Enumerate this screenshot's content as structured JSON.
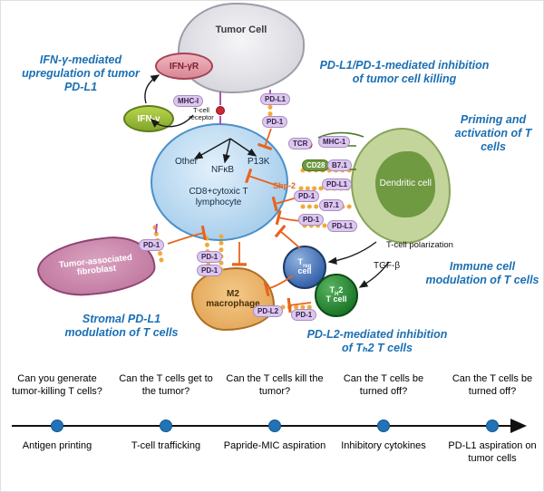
{
  "figure": {
    "annotations": {
      "ifn_upregulation": "IFN-γ-mediated upregulation of tumor PD-L1",
      "pdl1_inhibition": "PD-L1/PD-1-mediated inhibition of tumor cell killing",
      "priming": "Priming and activation of T cells",
      "immune_modulation": "Immune cell modulation of T cells",
      "stromal": "Stromal PD-L1 modulation of T cells",
      "pdl2_inhibition": "PD-L2-mediated inhibition of Tₕ2 T cells"
    },
    "cells": {
      "tumor": "Tumor Cell",
      "ifngr": "IFN-γR",
      "ifng": "IFN-γ",
      "cd8": "CD8+cytoxic T lymphocyte",
      "cd8_other": "Other",
      "cd8_nfkb": "NFκB",
      "cd8_p13k": "P13K",
      "dendritic": "Dendritic cell",
      "fibroblast": "Tumor-associated fibroblast",
      "m2": "M2 macrophage",
      "treg": {
        "pre": "T",
        "sub": "reg",
        "line2": "cell"
      },
      "th2": {
        "pre": "T",
        "sub": "H",
        "post": "2",
        "line2": "T cell"
      }
    },
    "labels": {
      "mhc1_tumor": "MHC-I",
      "tcell_receptor": "T-cell receptor",
      "pdl1_tumor": "PD-L1",
      "pd1_cd8": "PD-1",
      "tcr_dc": "TCR",
      "mhc1_dc": "MHC-1",
      "cd28": "CD28",
      "b71_top": "B7.1",
      "pdl1_dc_top": "PD-L1",
      "pd1_dc_top": "PD-1",
      "b71_bottom": "B7.1",
      "pd1_dc_mid": "PD-1",
      "pdl1_dc_bottom": "PD-L1",
      "shp2": "Shp-2",
      "polarization": "T-cell polarization",
      "tgfb": "TGF-β",
      "pd1_fibroblast": "PD-1",
      "pd1_m2_top": "PD-1",
      "pd1_m2_bottom": "PD-1",
      "pdl2": "PD-L2",
      "pd1_th2": "PD-1"
    },
    "colors": {
      "annotation_blue": "#1b6fb3",
      "inhibition_orange": "#e8641e",
      "bead_orange": "#f1a93c",
      "receptor_pill_purple": "#dcc8ec",
      "timeline_dot_blue": "#2272b8"
    }
  },
  "timeline": {
    "steps": [
      {
        "question": "Can you generate tumor-killing T cells?",
        "label": "Antigen printing"
      },
      {
        "question": "Can the T cells get to the tumor?",
        "label": "T-cell trafficking"
      },
      {
        "question": "Can the T cells kill the tumor?",
        "label": "Papride-MIC aspiration"
      },
      {
        "question": "Can the T cells be turned off?",
        "label": "Inhibitory cytokines"
      },
      {
        "question": "Can the T cells be turned off?",
        "label": "PD-L1 aspiration on tumor cells"
      }
    ]
  }
}
